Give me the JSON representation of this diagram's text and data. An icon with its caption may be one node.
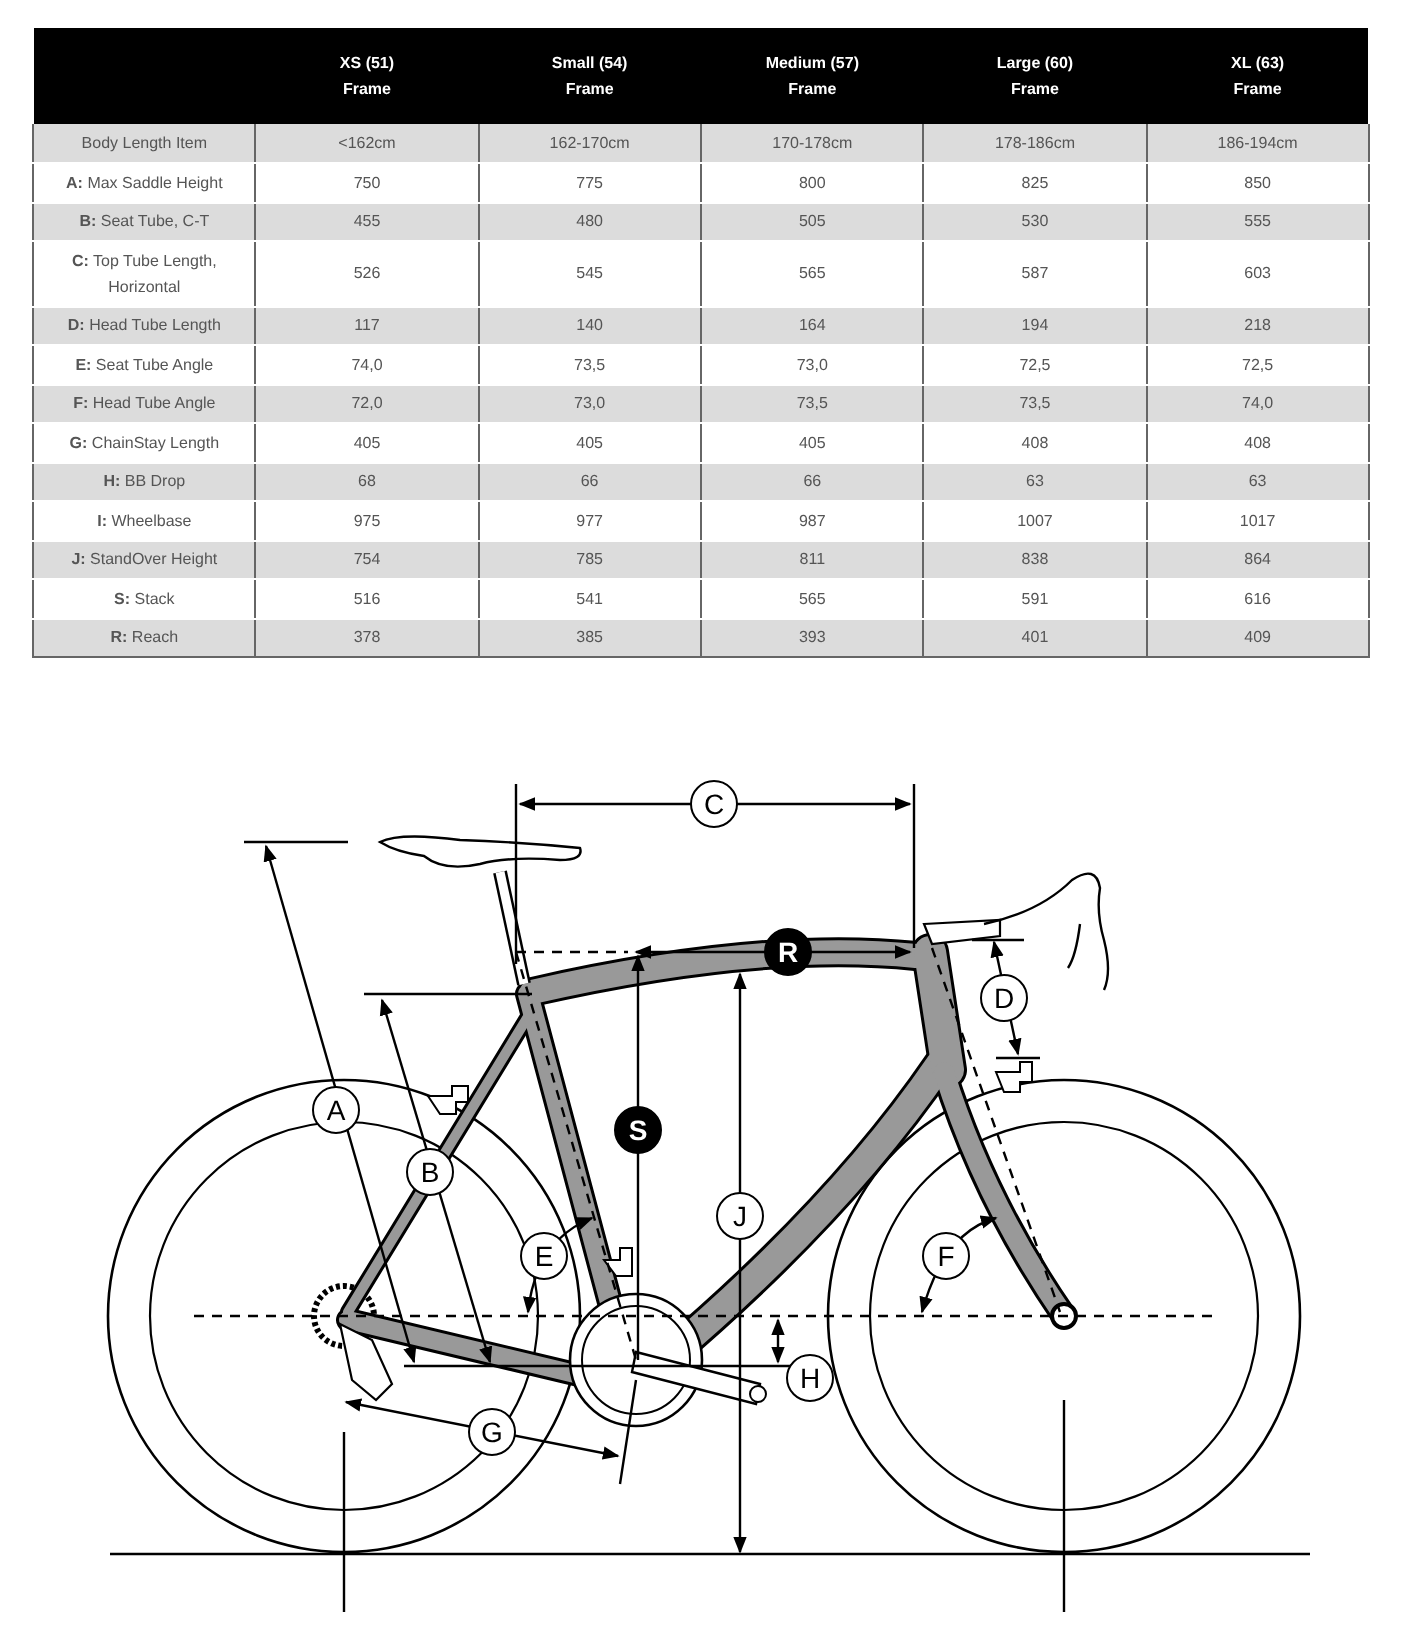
{
  "diagram": {
    "labels": [
      "XS (51) Frame",
      "Small (54) Frame",
      "Medium (57) Frame",
      "Large (60) Frame",
      "XL (63) Frame",
      "Body Length Item",
      "<162cm",
      "162-170cm",
      "170-178cm",
      "178-186cm",
      "186-194cm",
      "**A:** Max Saddle Height",
      "750",
      "775",
      "800",
      "825",
      "850",
      "**B:** Seat Tube, C-T",
      "455",
      "480",
      "505",
      "530",
      "555",
      "**C:** Top Tube Length, Horizontal",
      "526",
      "545",
      "565",
      "587",
      "603",
      "**D:** Head Tube Length",
      "117",
      "140",
      "164",
      "194",
      "218",
      "**E:** Seat Tube Angle",
      "74,0",
      "73,5",
      "73,0",
      "72,5",
      "72,5",
      "**F:** Head Tube Angle",
      "72,0",
      "73,0",
      "73,5",
      "73,5",
      "74,0",
      "**G:** ChainStay Length",
      "405",
      "405",
      "405",
      "408",
      "408",
      "**H:** BB Drop",
      "68",
      "66",
      "66",
      "63",
      "63",
      "**I:** Wheelbase",
      "975",
      "977",
      "987",
      "1007",
      "1017",
      "**J:** StandOver Height",
      "754",
      "785",
      "811",
      "838",
      "864",
      "**S:** Stack",
      "516",
      "541",
      "565",
      "591",
      "616",
      "**R:** Reach",
      "378",
      "385",
      "393",
      "401",
      "409",
      "C",
      "R",
      "D",
      "A",
      "S",
      "B",
      "J",
      "E",
      "F",
      "H",
      "G"
    ]
  }
}
